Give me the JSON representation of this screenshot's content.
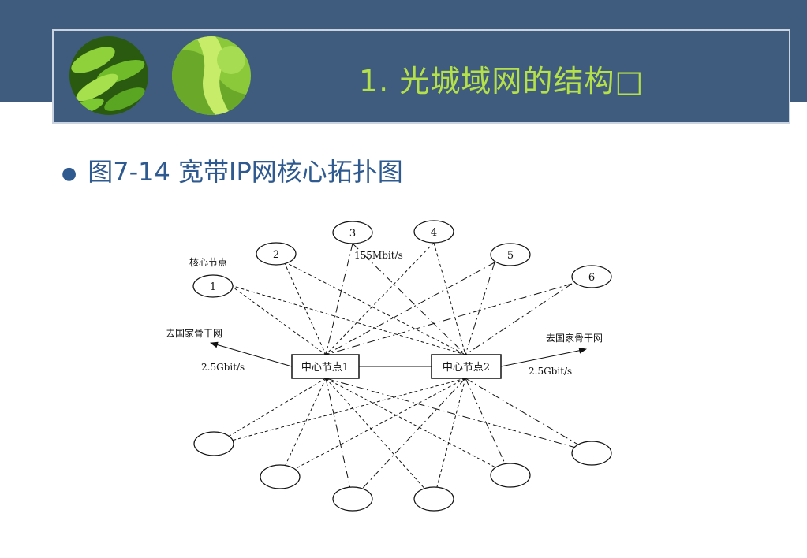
{
  "slide": {
    "title": "1. 光城域网的结构□",
    "bullet": "图7-14 宽带IP网核心拓扑图"
  },
  "diagram": {
    "core_label": "核心节点",
    "core_nodes": [
      "1",
      "2",
      "3",
      "4",
      "5",
      "6"
    ],
    "link_speed": "155Mbit/s",
    "center_nodes": [
      "中心节点1",
      "中心节点2"
    ],
    "backbone_left": "去国家骨干网",
    "backbone_right": "去国家骨干网",
    "uplink_left": "2.5Gbit/s",
    "uplink_right": "2.5Gbit/s"
  }
}
